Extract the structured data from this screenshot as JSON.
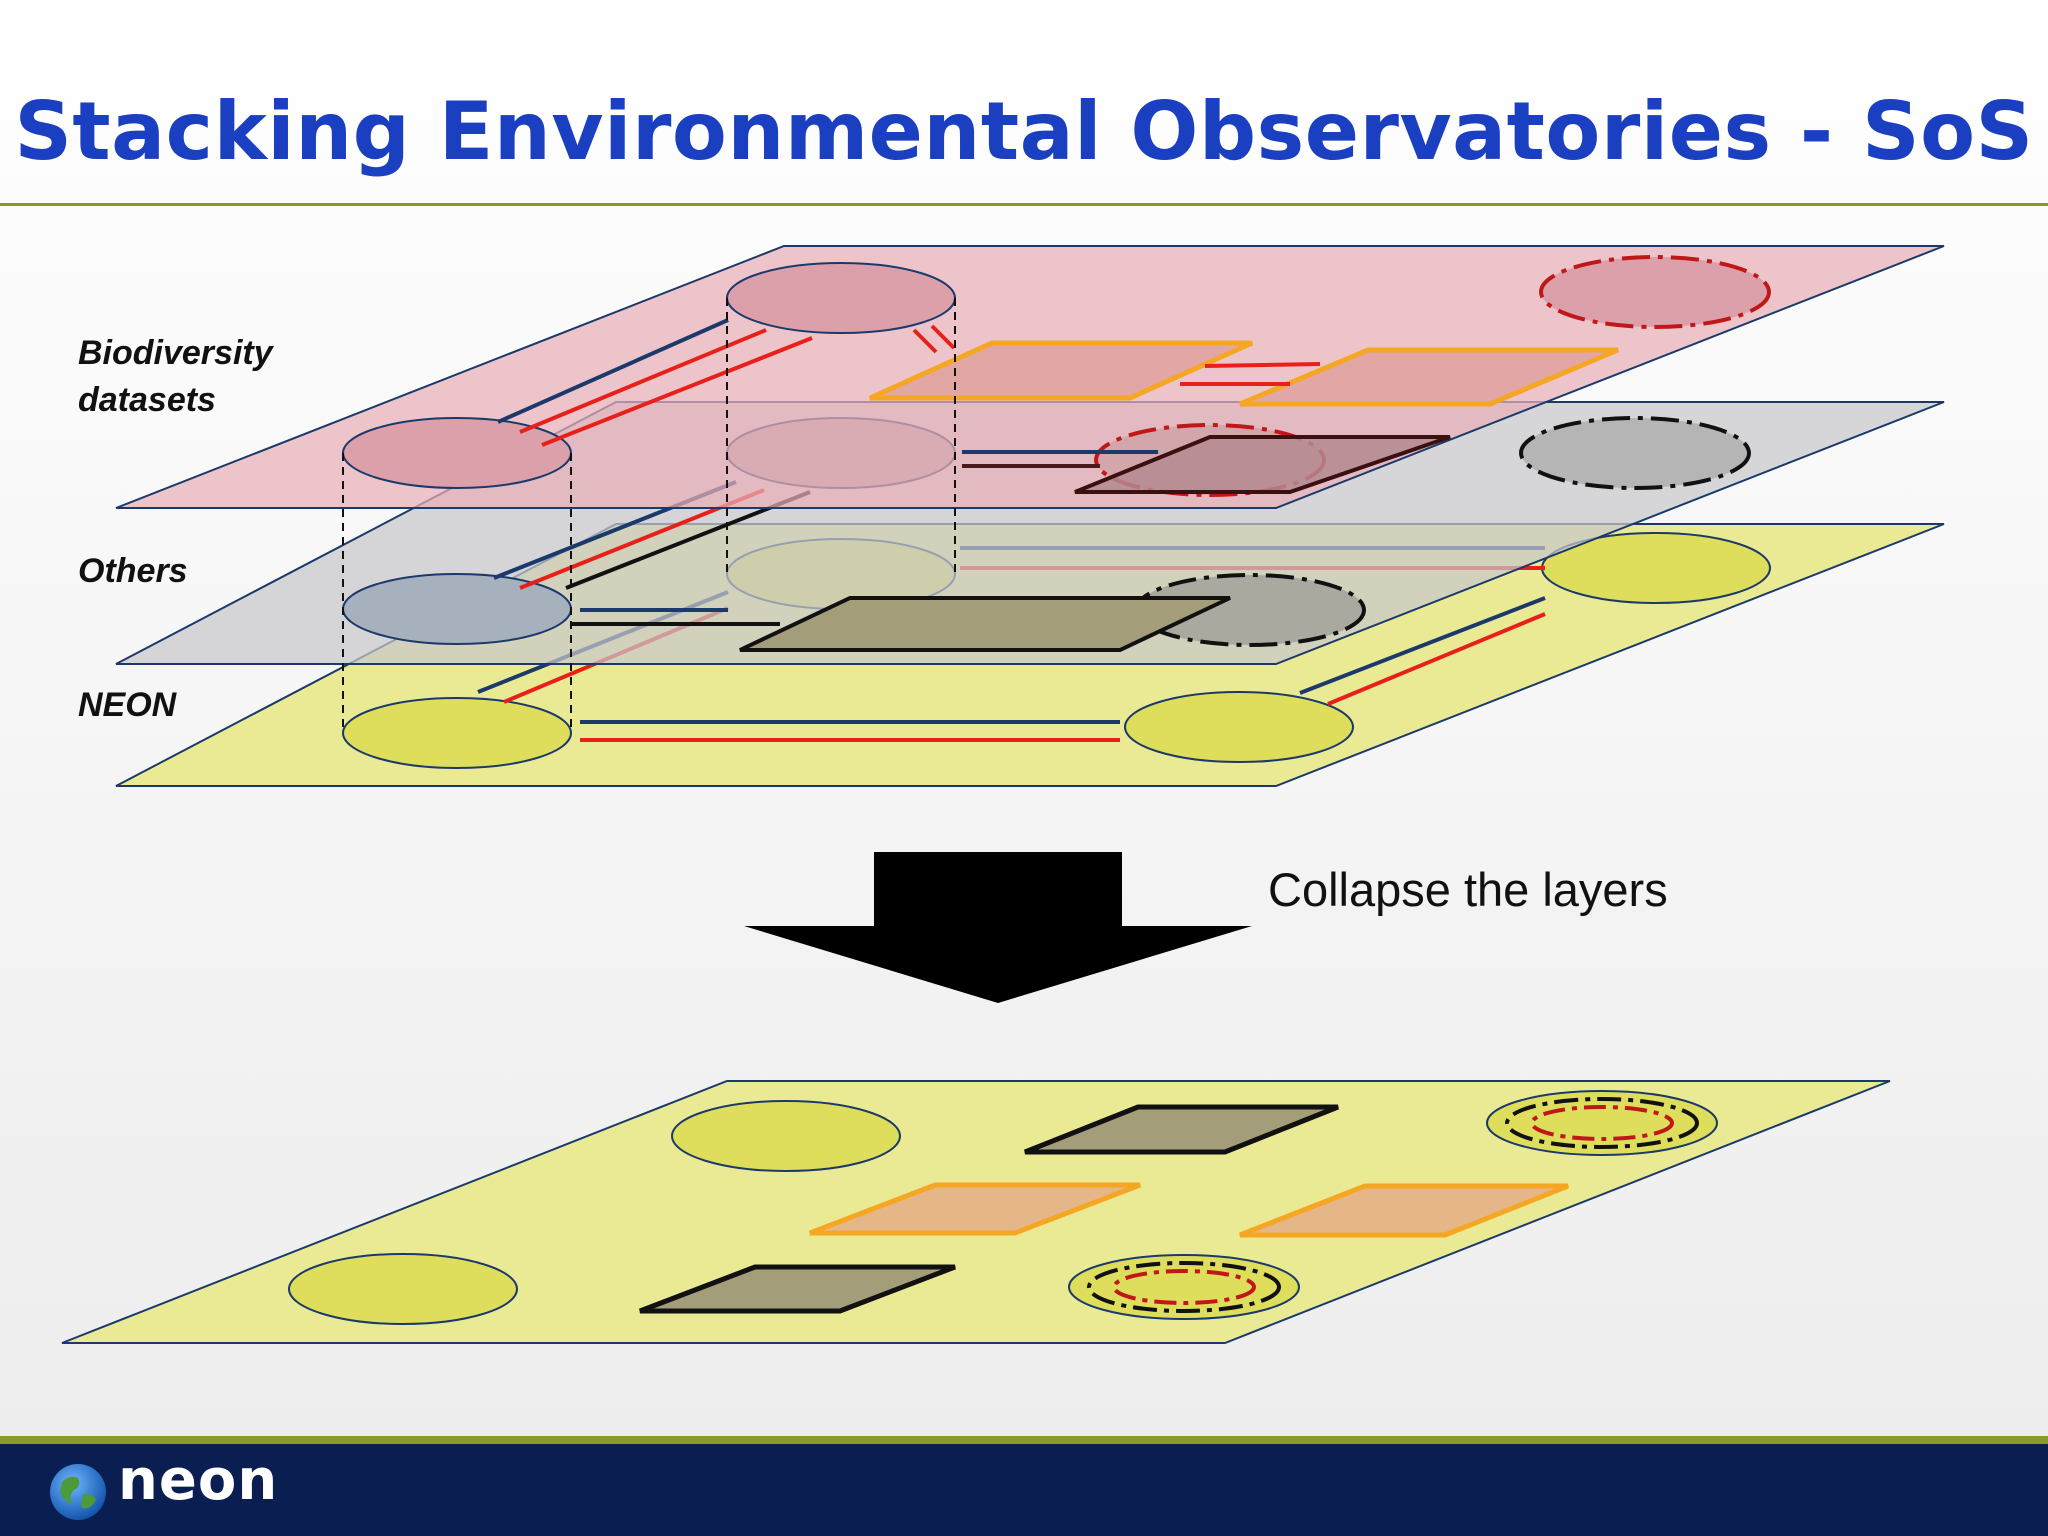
{
  "slide": {
    "title": "Stacking Environmental Observatories - SoS"
  },
  "layers": [
    {
      "name": "Biodiversity\ndatasets",
      "color": "#e7aeb7"
    },
    {
      "name": "Others",
      "color": "#c8c8cc"
    },
    {
      "name": "NEON",
      "color": "#ebea94"
    }
  ],
  "arrow": {
    "caption": "Collapse the layers"
  },
  "colors": {
    "title": "#1a3fc0",
    "link_red": "#e8201a",
    "link_navy": "#1b3a6b",
    "square_orange": "#f5a623",
    "footer": "#0a1e52",
    "rule": "#8a9a2a"
  },
  "footer": {
    "logo": "neon-logo",
    "logo_text": "neon"
  }
}
